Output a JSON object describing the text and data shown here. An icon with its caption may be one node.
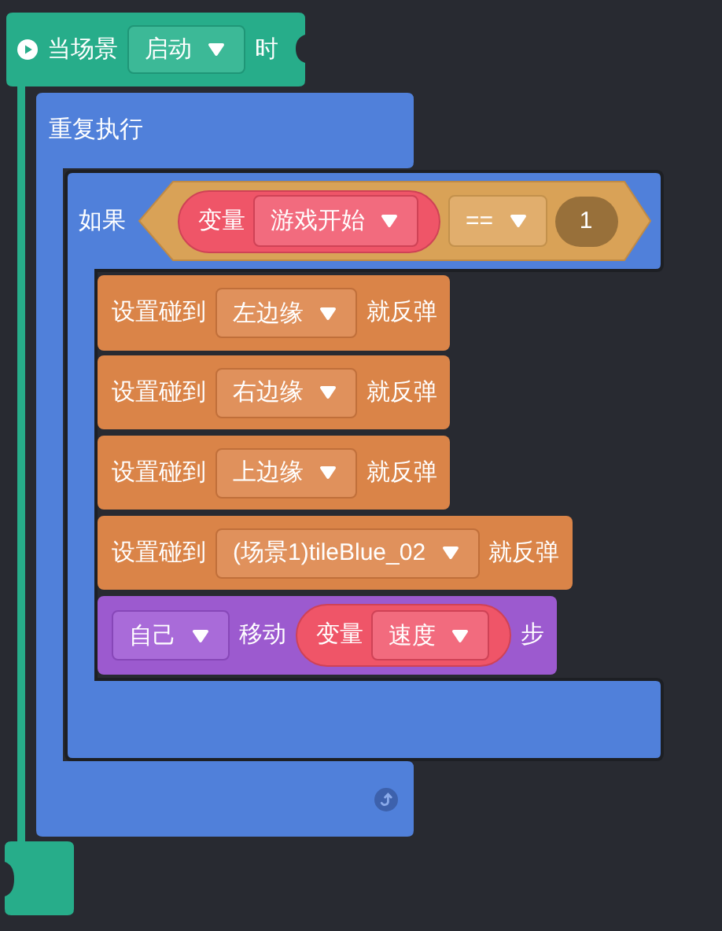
{
  "diagram": {
    "nodes": [
      {
        "text": [
          "当场景",
          "时"
        ]
      },
      {
        "text": [
          "启动"
        ],
        "in": 0
      },
      {
        "text": [
          "重复执行"
        ]
      },
      {
        "text": [
          "如果"
        ]
      },
      {
        "text": [],
        "shape": "hexagon",
        "in": 3
      },
      {
        "text": [
          "变量"
        ],
        "in": 4
      },
      {
        "text": [
          "游戏开始"
        ],
        "in": 5
      },
      {
        "text": [
          "=="
        ],
        "in": 4
      },
      {
        "text": [
          "1"
        ],
        "in": 4
      },
      {
        "text": [
          "设置碰到",
          "就反弹"
        ],
        "in": 3
      },
      {
        "text": [
          "左边缘"
        ],
        "in": 9
      },
      {
        "text": [
          "设置碰到",
          "就反弹"
        ],
        "in": 3
      },
      {
        "text": [
          "右边缘"
        ],
        "in": 11
      },
      {
        "text": [
          "设置碰到",
          "就反弹"
        ],
        "in": 3
      },
      {
        "text": [
          "上边缘"
        ],
        "in": 13
      },
      {
        "text": [
          "设置碰到",
          "就反弹"
        ],
        "in": 3
      },
      {
        "text": [
          "(场景1)tileBlue_02"
        ],
        "in": 15
      },
      {
        "text": [
          "移动",
          "步"
        ],
        "in": 3
      },
      {
        "text": [
          "自己"
        ],
        "in": 17
      },
      {
        "text": [
          "变量"
        ],
        "in": 17
      },
      {
        "text": [
          "速度"
        ],
        "in": 19
      }
    ]
  }
}
